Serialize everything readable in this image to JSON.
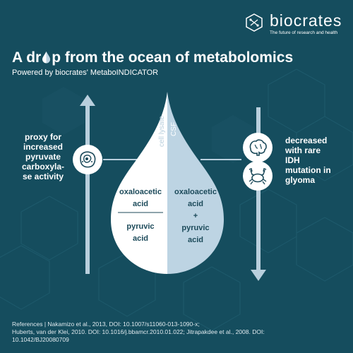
{
  "brand": {
    "name": "biocrates",
    "tagline": "The future of research and health",
    "logo_icon": "hexagon-molecule-icon"
  },
  "header": {
    "title_before": "A dr",
    "title_after": "p from the ocean of metabolomics",
    "title_drop_icon": "water-drop-icon",
    "subtitle": "Powered by biocrates' MetaboINDICATOR"
  },
  "left": {
    "direction": "up",
    "icon": "cell-icon",
    "text": [
      "proxy for",
      "increased",
      "pyruvate",
      "carboxyla-",
      "se activity"
    ]
  },
  "right": {
    "direction": "down",
    "icons": [
      "brain-icon",
      "crab-icon"
    ],
    "text": [
      "decreased",
      "with rare",
      "IDH",
      "mutation in",
      "glyoma"
    ]
  },
  "drop": {
    "left_label": "cell lysate",
    "right_label": "CSF",
    "left_numerator": [
      "oxaloacetic",
      "acid"
    ],
    "left_denominator": [
      "pyruvic",
      "acid"
    ],
    "right_expression": [
      "oxaloacetic",
      "acid",
      "+",
      "pyruvic",
      "acid"
    ]
  },
  "colors": {
    "background": "#154d5e",
    "drop_white": "#ffffff",
    "drop_light": "#bdd4e3",
    "arrow": "#b9cfdd",
    "text_dark": "#1c4a5a"
  },
  "references": [
    "References | Nakamizo et al., 2013, DOI: 10.1007/s11060-013-1090-x;",
    "Huberts, van der Klei, 2010. DOI: 10.1016/j.bbamcr.2010.01.022;  Jitrapakdee et al., 2008. DOI:",
    "10.1042/BJ20080709"
  ]
}
